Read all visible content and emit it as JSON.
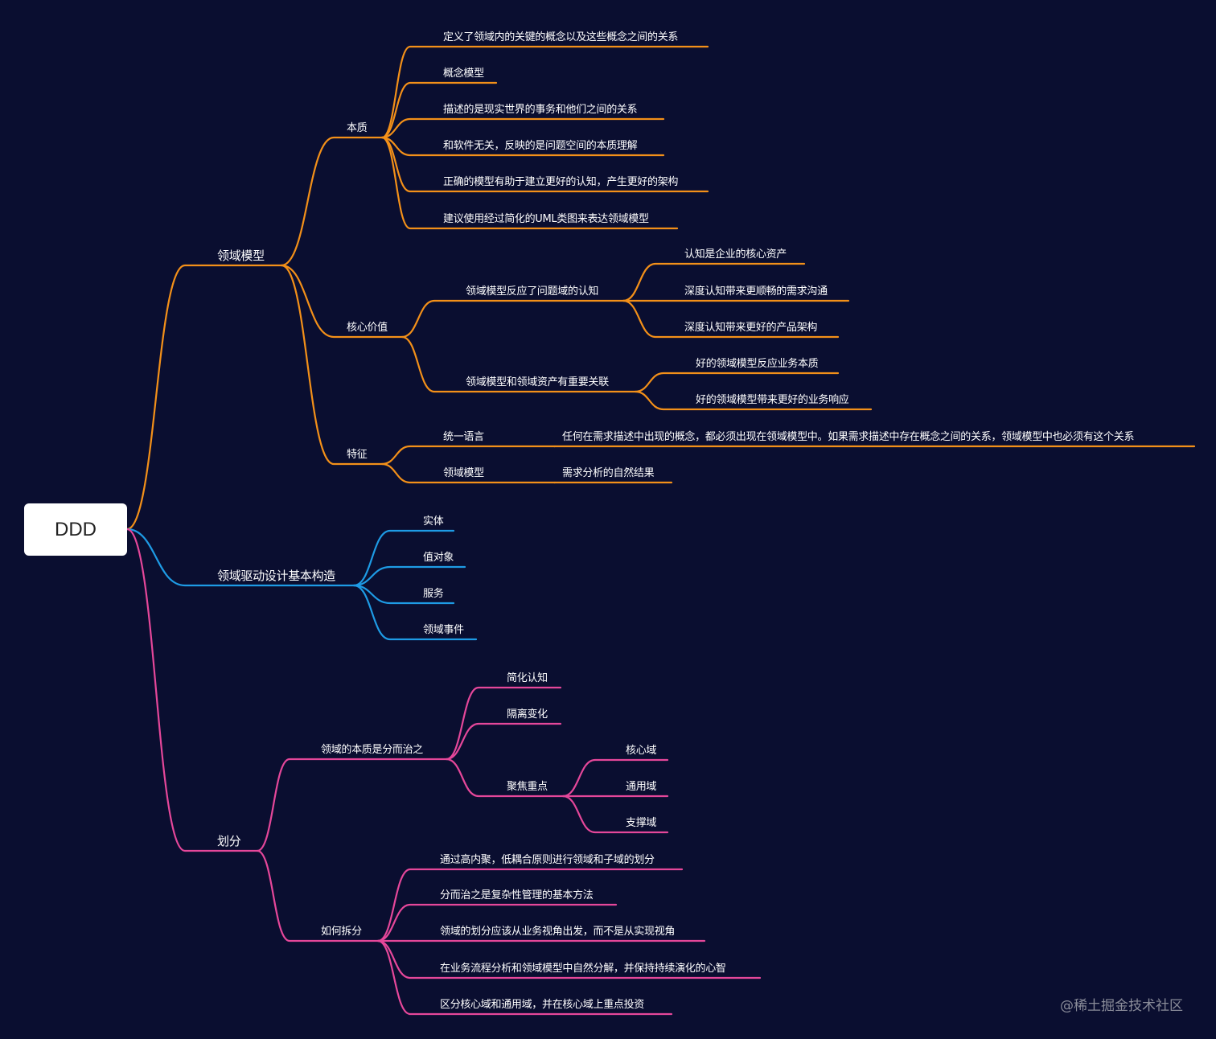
{
  "colors": {
    "background": "#0a0e30",
    "branch_0": "#f39019",
    "branch_1": "#1e9be5",
    "branch_2": "#e5479a"
  },
  "watermark": "@稀土掘金技术社区",
  "root": {
    "label": "DDD",
    "children": [
      {
        "label": "领域模型",
        "children": [
          {
            "label": "本质",
            "children": [
              {
                "label": "定义了领域内的关键的概念以及这些概念之间的关系"
              },
              {
                "label": "概念模型"
              },
              {
                "label": "描述的是现实世界的事务和他们之间的关系"
              },
              {
                "label": "和软件无关，反映的是问题空间的本质理解"
              },
              {
                "label": "正确的模型有助于建立更好的认知，产生更好的架构"
              },
              {
                "label": "建议使用经过简化的UML类图来表达领域模型"
              }
            ]
          },
          {
            "label": "核心价值",
            "children": [
              {
                "label": "领域模型反应了问题域的认知",
                "children": [
                  {
                    "label": "认知是企业的核心资产"
                  },
                  {
                    "label": "深度认知带来更顺畅的需求沟通"
                  },
                  {
                    "label": "深度认知带来更好的产品架构"
                  }
                ]
              },
              {
                "label": "领域模型和领域资产有重要关联",
                "children": [
                  {
                    "label": "好的领域模型反应业务本质"
                  },
                  {
                    "label": "好的领域模型带来更好的业务响应"
                  }
                ]
              }
            ]
          },
          {
            "label": "特征",
            "children": [
              {
                "label": "统一语言",
                "children": [
                  {
                    "label": "任何在需求描述中出现的概念，都必须出现在领域模型中。如果需求描述中存在概念之间的关系，领域模型中也必须有这个关系"
                  }
                ]
              },
              {
                "label": "领域模型",
                "children": [
                  {
                    "label": "需求分析的自然结果"
                  }
                ]
              }
            ]
          }
        ]
      },
      {
        "label": "领域驱动设计基本构造",
        "children": [
          {
            "label": "实体"
          },
          {
            "label": "值对象"
          },
          {
            "label": "服务"
          },
          {
            "label": "领域事件"
          }
        ]
      },
      {
        "label": "划分",
        "children": [
          {
            "label": "领域的本质是分而治之",
            "children": [
              {
                "label": "简化认知"
              },
              {
                "label": "隔离变化"
              },
              {
                "label": "聚焦重点",
                "children": [
                  {
                    "label": "核心域"
                  },
                  {
                    "label": "通用域"
                  },
                  {
                    "label": "支撑域"
                  }
                ]
              }
            ]
          },
          {
            "label": "如何拆分",
            "children": [
              {
                "label": "通过高内聚，低耦合原则进行领域和子域的划分"
              },
              {
                "label": "分而治之是复杂性管理的基本方法"
              },
              {
                "label": "领域的划分应该从业务视角出发，而不是从实现视角"
              },
              {
                "label": "在业务流程分析和领域模型中自然分解，并保持持续演化的心智"
              },
              {
                "label": "区分核心域和通用域，并在核心域上重点投资"
              }
            ]
          }
        ]
      }
    ]
  }
}
